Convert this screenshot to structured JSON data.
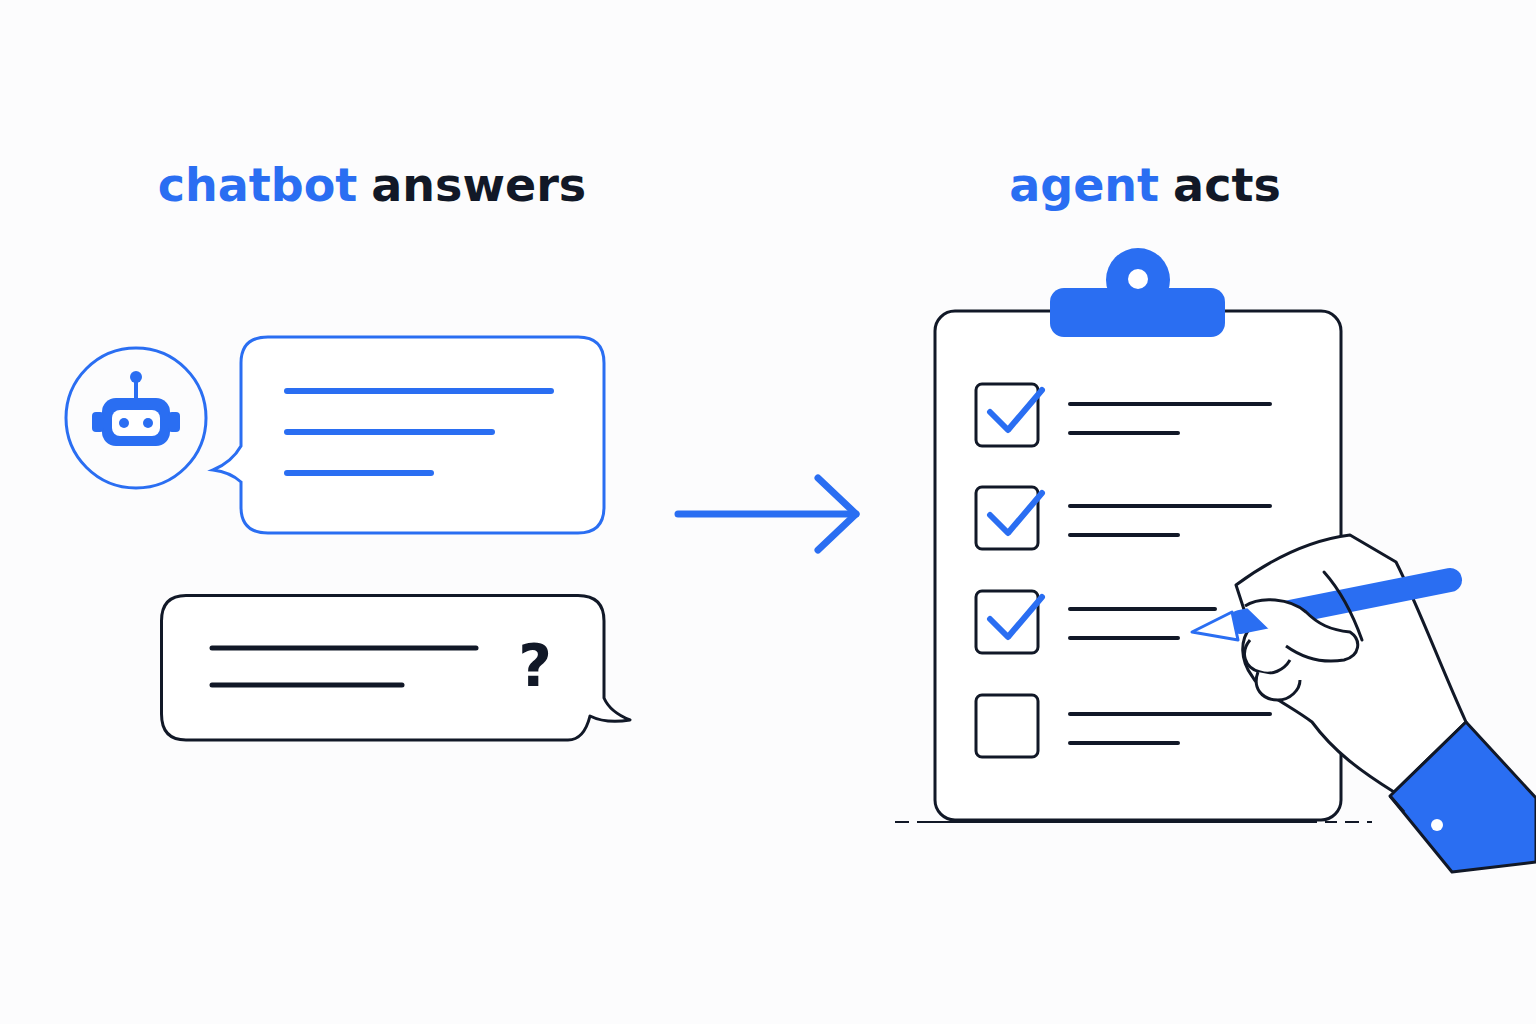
{
  "diagram": {
    "nodes": [
      {
        "text": [
          "?"
        ]
      }
    ],
    "labels": [
      "chatbot",
      "answers",
      "agent",
      "acts"
    ]
  }
}
